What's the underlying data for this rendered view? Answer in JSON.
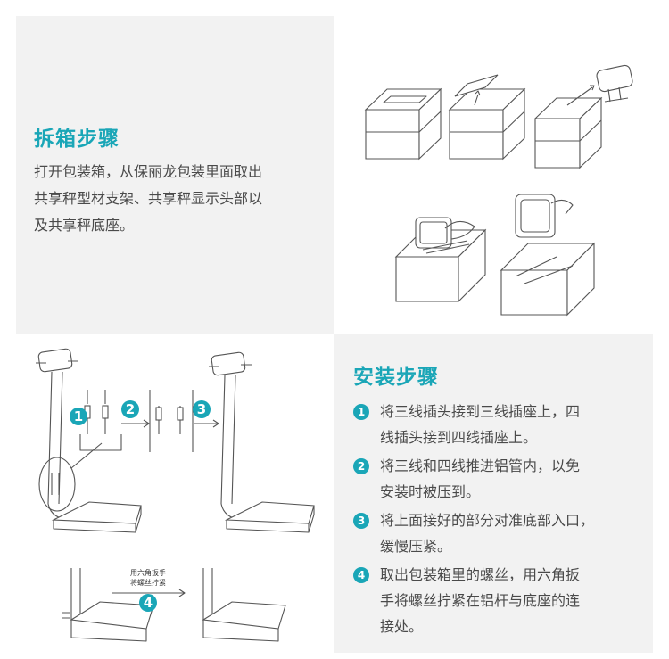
{
  "unboxing": {
    "title": "拆箱步骤",
    "lines": [
      "打开包装箱，从保丽龙包装里面取出",
      "共享秤型材支架、共享秤显示头部以",
      "及共享秤底座。"
    ]
  },
  "install": {
    "title": "安装步骤",
    "steps": [
      {
        "num": "1",
        "lines": [
          "将三线插头接到三线插座上，四",
          "线插头接到四线插座上。"
        ]
      },
      {
        "num": "2",
        "lines": [
          "将三线和四线推进铝管内，以免",
          "安装时被压到。"
        ]
      },
      {
        "num": "3",
        "lines": [
          "将上面接好的部分对准底部入口，",
          "缓慢压紧。"
        ]
      },
      {
        "num": "4",
        "lines": [
          "取出包装箱里的螺丝，用六角扳",
          "手将螺丝拧紧在铝杆与底座的连",
          "接处。"
        ]
      }
    ]
  },
  "diagram": {
    "badges": [
      "1",
      "2",
      "3",
      "4"
    ],
    "note_lines": [
      "用六角扳手",
      "将螺丝拧紧"
    ]
  },
  "colors": {
    "accent": "#1aa6b7",
    "panel_gray": "#f2f2f2",
    "text": "#4a4a4a"
  }
}
